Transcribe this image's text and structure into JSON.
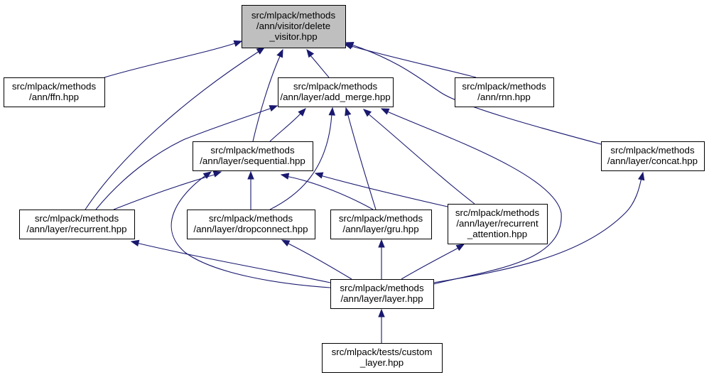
{
  "diagram": {
    "title": "Include dependency graph for delete_visitor.hpp",
    "edge_color": "#191970",
    "root_fill": "#bfbfbf",
    "nodes": [
      {
        "id": "delete_visitor",
        "lines": [
          "src/mlpack/methods",
          "/ann/visitor/delete",
          "_visitor.hpp"
        ],
        "root": true
      },
      {
        "id": "ffn",
        "lines": [
          "src/mlpack/methods",
          "/ann/ffn.hpp"
        ]
      },
      {
        "id": "add_merge",
        "lines": [
          "src/mlpack/methods",
          "/ann/layer/add_merge.hpp"
        ]
      },
      {
        "id": "rnn",
        "lines": [
          "src/mlpack/methods",
          "/ann/rnn.hpp"
        ]
      },
      {
        "id": "sequential",
        "lines": [
          "src/mlpack/methods",
          "/ann/layer/sequential.hpp"
        ]
      },
      {
        "id": "concat",
        "lines": [
          "src/mlpack/methods",
          "/ann/layer/concat.hpp"
        ]
      },
      {
        "id": "recurrent",
        "lines": [
          "src/mlpack/methods",
          "/ann/layer/recurrent.hpp"
        ]
      },
      {
        "id": "dropconnect",
        "lines": [
          "src/mlpack/methods",
          "/ann/layer/dropconnect.hpp"
        ]
      },
      {
        "id": "gru",
        "lines": [
          "src/mlpack/methods",
          "/ann/layer/gru.hpp"
        ]
      },
      {
        "id": "recurrent_attention",
        "lines": [
          "src/mlpack/methods",
          "/ann/layer/recurrent",
          "_attention.hpp"
        ]
      },
      {
        "id": "layer",
        "lines": [
          "src/mlpack/methods",
          "/ann/layer/layer.hpp"
        ]
      },
      {
        "id": "custom_layer",
        "lines": [
          "src/mlpack/tests/custom",
          "_layer.hpp"
        ]
      }
    ],
    "edges": [
      {
        "from": "ffn",
        "to": "delete_visitor"
      },
      {
        "from": "add_merge",
        "to": "delete_visitor"
      },
      {
        "from": "rnn",
        "to": "delete_visitor"
      },
      {
        "from": "sequential",
        "to": "delete_visitor"
      },
      {
        "from": "concat",
        "to": "delete_visitor"
      },
      {
        "from": "recurrent",
        "to": "delete_visitor"
      },
      {
        "from": "sequential",
        "to": "add_merge"
      },
      {
        "from": "recurrent",
        "to": "add_merge"
      },
      {
        "from": "dropconnect",
        "to": "add_merge"
      },
      {
        "from": "gru",
        "to": "add_merge"
      },
      {
        "from": "recurrent_attention",
        "to": "add_merge"
      },
      {
        "from": "layer",
        "to": "add_merge"
      },
      {
        "from": "recurrent",
        "to": "sequential"
      },
      {
        "from": "dropconnect",
        "to": "sequential"
      },
      {
        "from": "gru",
        "to": "sequential"
      },
      {
        "from": "recurrent_attention",
        "to": "sequential"
      },
      {
        "from": "layer",
        "to": "sequential"
      },
      {
        "from": "layer",
        "to": "recurrent"
      },
      {
        "from": "layer",
        "to": "dropconnect"
      },
      {
        "from": "layer",
        "to": "gru"
      },
      {
        "from": "layer",
        "to": "recurrent_attention"
      },
      {
        "from": "layer",
        "to": "concat"
      },
      {
        "from": "custom_layer",
        "to": "layer"
      }
    ]
  }
}
